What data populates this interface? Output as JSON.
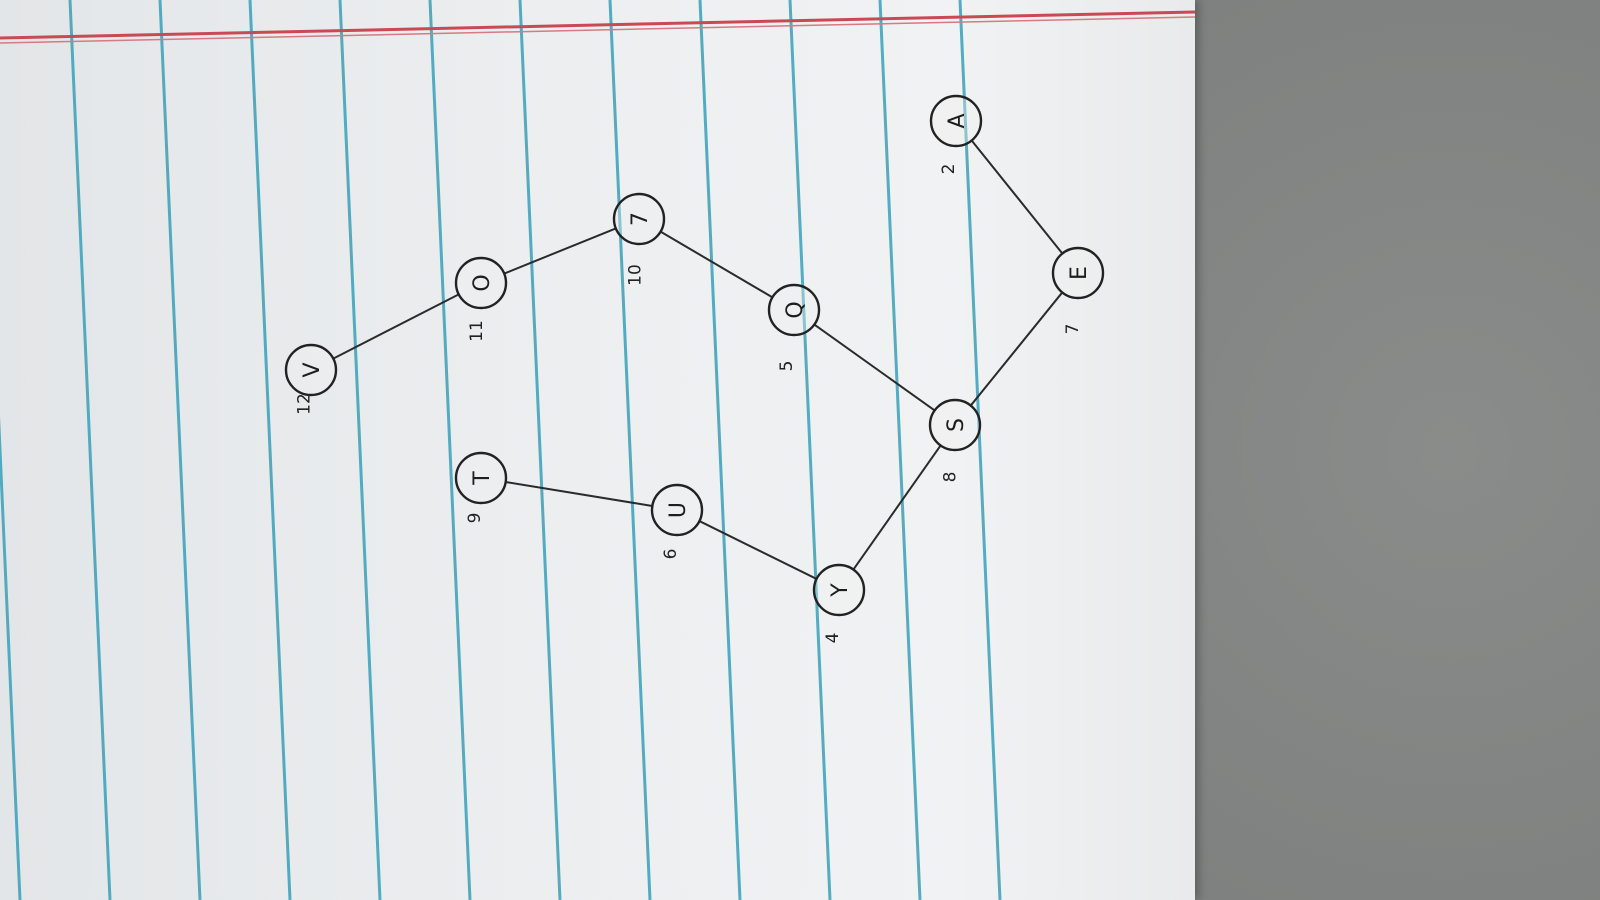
{
  "diagram": {
    "nodes": [
      {
        "id": "A",
        "label": "A",
        "weight": "2"
      },
      {
        "id": "E",
        "label": "E",
        "weight": "7"
      },
      {
        "id": "S",
        "label": "S",
        "weight": "8"
      },
      {
        "id": "Q",
        "label": "Q",
        "weight": "5"
      },
      {
        "id": "Z",
        "label": "7",
        "weight": "10"
      },
      {
        "id": "O",
        "label": "O",
        "weight": "11"
      },
      {
        "id": "V",
        "label": "V",
        "weight": "12"
      },
      {
        "id": "T",
        "label": "T",
        "weight": "9"
      },
      {
        "id": "U",
        "label": "U",
        "weight": "6"
      },
      {
        "id": "Y",
        "label": "Y",
        "weight": "4"
      }
    ],
    "edges": [
      [
        "A",
        "E"
      ],
      [
        "E",
        "S"
      ],
      [
        "S",
        "Q"
      ],
      [
        "Q",
        "Z"
      ],
      [
        "Z",
        "O"
      ],
      [
        "O",
        "V"
      ],
      [
        "S",
        "Y"
      ],
      [
        "Y",
        "U"
      ],
      [
        "U",
        "T"
      ]
    ]
  },
  "colors": {
    "rule_line": "#3aa0b8",
    "margin_line": "#c94a55",
    "ink": "#222222",
    "desk": "#7d7f7e"
  }
}
